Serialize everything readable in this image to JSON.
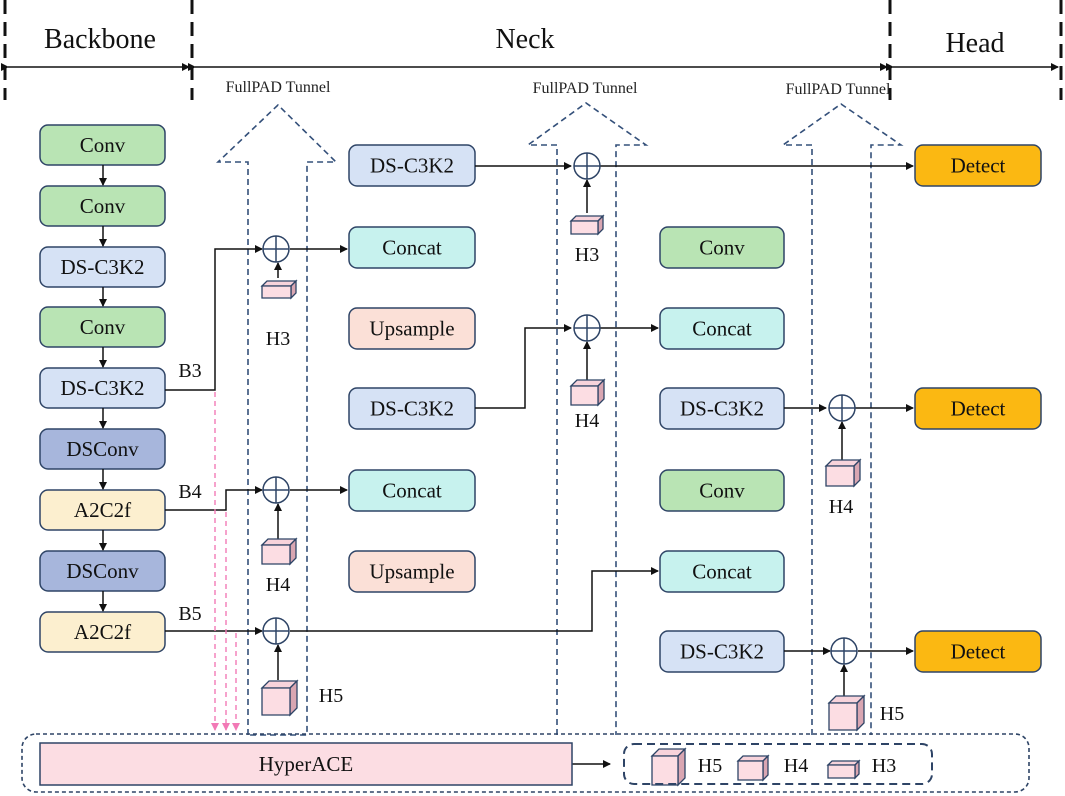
{
  "sections": {
    "backbone": "Backbone",
    "neck": "Neck",
    "head": "Head"
  },
  "tunnel_label": "FullPAD Tunnel",
  "colors": {
    "conv": "#b9e4b4",
    "ds_c3k2": "#d6e2f5",
    "dsconv": "#a7b6dc",
    "a2c2f": "#fcefcf",
    "concat": "#c7f2ee",
    "upsample": "#fbe0d7",
    "detect": "#fbb812",
    "hyperace": "#fcdde3",
    "stroke": "#2e4466",
    "tunnel": "#34507a",
    "pink_arrow": "#f27ab6"
  },
  "backbone": {
    "nodes": [
      "Conv",
      "Conv",
      "DS-C3K2",
      "Conv",
      "DS-C3K2",
      "DSConv",
      "A2C2f",
      "DSConv",
      "A2C2f"
    ],
    "outputs": [
      "B3",
      "B4",
      "B5"
    ]
  },
  "neck": {
    "col1": [
      "DS-C3K2",
      "Concat",
      "Upsample",
      "DS-C3K2",
      "Concat",
      "Upsample"
    ],
    "col2": [
      "Conv",
      "Concat",
      "DS-C3K2",
      "Conv",
      "Concat",
      "DS-C3K2"
    ],
    "tunnel1_features": [
      "H3",
      "H4",
      "H5"
    ],
    "tunnel2_features": [
      "H3",
      "H4"
    ],
    "tunnel3_features": [
      "H4",
      "H5"
    ]
  },
  "head": {
    "nodes": [
      "Detect",
      "Detect",
      "Detect"
    ]
  },
  "hyperace": {
    "label": "HyperACE",
    "outputs": [
      "H5",
      "H4",
      "H3"
    ]
  }
}
